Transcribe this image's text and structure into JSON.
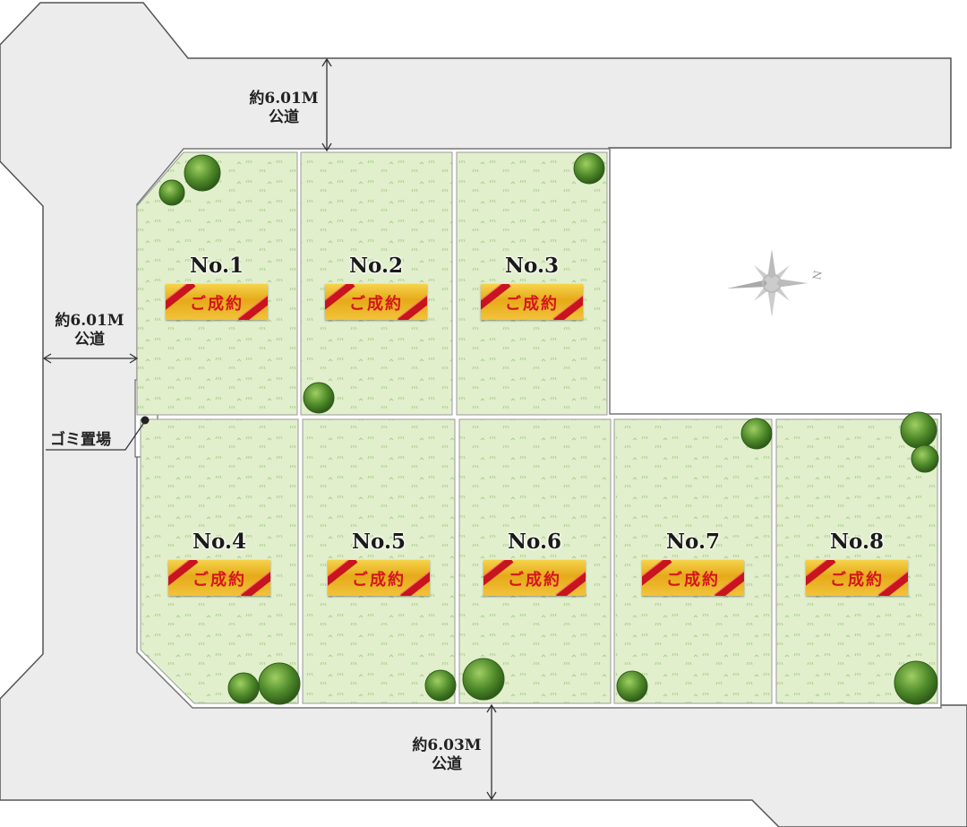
{
  "roads": {
    "top": {
      "width": "約6.01M",
      "type": "公道"
    },
    "left": {
      "width": "約6.01M",
      "type": "公道"
    },
    "bottom": {
      "width": "約6.03M",
      "type": "公道"
    }
  },
  "garbage_label": "ゴミ置場",
  "compass_label": "N",
  "status_label": "ご成約",
  "lots": [
    {
      "name": "No.1",
      "status": "ご成約"
    },
    {
      "name": "No.2",
      "status": "ご成約"
    },
    {
      "name": "No.3",
      "status": "ご成約"
    },
    {
      "name": "No.4",
      "status": "ご成約"
    },
    {
      "name": "No.5",
      "status": "ご成約"
    },
    {
      "name": "No.6",
      "status": "ご成約"
    },
    {
      "name": "No.7",
      "status": "ご成約"
    },
    {
      "name": "No.8",
      "status": "ご成約"
    }
  ],
  "colors": {
    "road": "#ececec",
    "lot": "#e2efcc",
    "tree": "#4f8a2a",
    "badge": "#e8b020",
    "sold_text": "#d4161d"
  }
}
